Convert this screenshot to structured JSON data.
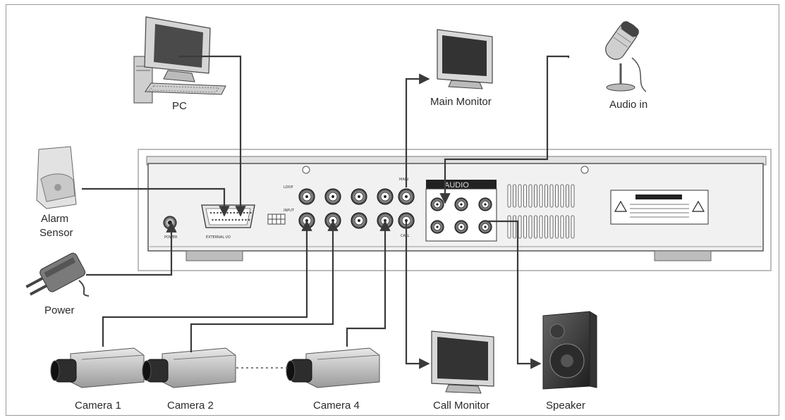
{
  "labels": {
    "pc": "PC",
    "main_monitor": "Main Monitor",
    "audio_in": "Audio in",
    "alarm_sensor_line1": "Alarm",
    "alarm_sensor_line2": "Sensor",
    "power": "Power",
    "camera1": "Camera 1",
    "camera2": "Camera 2",
    "camera4": "Camera 4",
    "call_monitor": "Call Monitor",
    "speaker": "Speaker"
  },
  "panel": {
    "audio_title": "AUDIO",
    "loop_label": "LOOP",
    "input_label": "INPUT",
    "external_io_label": "EXTERNAL I/O",
    "power_label": "POWER",
    "main_label": "MAIN",
    "call_label": "CALL"
  },
  "colors": {
    "cable": "#3a3a3a",
    "panel_fill": "#f1f1f1",
    "panel_border": "#555555",
    "audio_bar": "#222222"
  }
}
